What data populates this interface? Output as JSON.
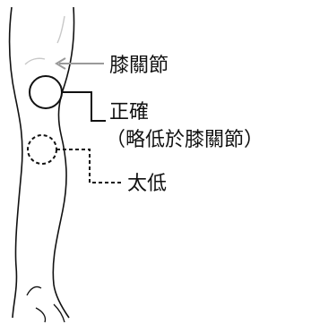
{
  "labels": {
    "knee_joint": "膝關節",
    "correct": "正確",
    "correct_note": "（略低於膝關節）",
    "too_low": "太低"
  },
  "colors": {
    "outline": "#111111",
    "reference_arrow": "#9a9a9a",
    "faint_lines": "#c8c8c8",
    "background": "#ffffff"
  }
}
